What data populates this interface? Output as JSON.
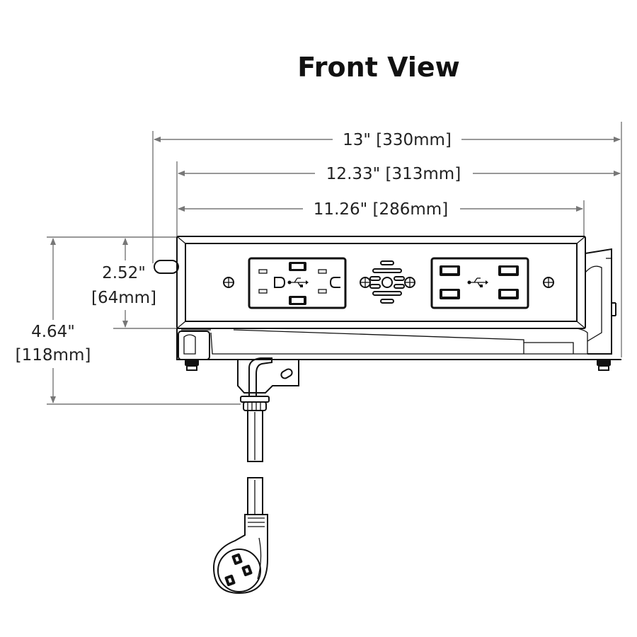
{
  "title": "Front View",
  "dimensions": {
    "width_overall": "13\" [330mm]",
    "width_housing": "12.33\" [313mm]",
    "width_faceplate": "11.26\" [286mm]",
    "height_unit_in": "2.52\"",
    "height_unit_mm": "[64mm]",
    "height_total_in": "4.64\"",
    "height_total_mm": "[118mm]"
  },
  "colors": {
    "ink": "#111111",
    "dimension_line": "#777777",
    "background": "#ffffff"
  }
}
